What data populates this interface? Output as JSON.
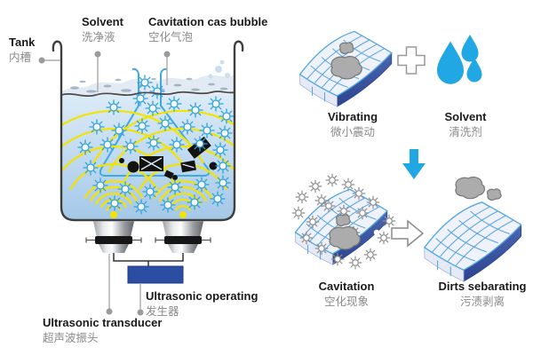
{
  "labels": {
    "tank": {
      "en": "Tank",
      "zh": "内槽"
    },
    "solvent_tank": {
      "en": "Solvent",
      "zh": "洗净液"
    },
    "cavitation_gas_bubble": {
      "en": "Cavitation cas bubble",
      "zh": "空化气泡"
    },
    "ultrasonic_operating": {
      "en": "Ultrasonic operating",
      "zh": "发生器"
    },
    "ultrasonic_transducer": {
      "en": "Ultrasonic transducer",
      "zh": "超声波振头"
    },
    "vibrating": {
      "en": "Vibrating",
      "zh": "微小震动"
    },
    "solvent_step": {
      "en": "Solvent",
      "zh": "清洗剂"
    },
    "cavitation_step": {
      "en": "Cavitation",
      "zh": "空化现象"
    },
    "dirts_separating": {
      "en": "Dirts sebarating",
      "zh": "污渍剥离"
    }
  },
  "icons": [
    "tank-icon",
    "flask-basket-icon",
    "ultrasonic-wave-icon",
    "transducer-icon",
    "generator-box-icon",
    "tile-surface-icon",
    "plus-icon",
    "water-drops-icon",
    "down-arrow-icon",
    "right-arrow-icon",
    "dirt-blob-icon",
    "cavitation-bubble-icon"
  ],
  "colors": {
    "accent_blue": "#29ABE2",
    "deep_blue": "#2B4EA3",
    "wave_yellow": "#F3E300",
    "water_light": "#D9E9F6",
    "water_deep": "#A8CAE8",
    "label_grey": "#8A8A8A",
    "text_black": "#1A1A1A",
    "dirt_grey": "#ACACAC"
  }
}
